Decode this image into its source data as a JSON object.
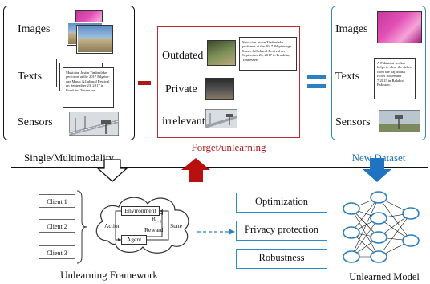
{
  "left_panel": {
    "rows": [
      "Images",
      "Texts",
      "Sensors"
    ],
    "doc_text": "Musician Justin Timberlake performs at the 2017 Pilgrim-age Music &Cultural Festival on September 23, 2017 in Franklin, Tennessee.",
    "caption": "Single/Multimodality"
  },
  "middle_panel": {
    "rows": [
      "Outdated",
      "Private",
      "irrelevant"
    ],
    "doc_text": "Musician Justin Timberlake performs at the 2017 Pilgrim-age Music &Cultural Festival on September 23, 2017 in Franklin, Tennessee.",
    "caption": "Forget/unlearning"
  },
  "right_panel": {
    "rows": [
      "Images",
      "Texts",
      "Sensors"
    ],
    "doc_text": "A Pakistani worker helps to clear the debris from the Taj Mahal Hotel November 7,2015 in Balakot, Pakistan.",
    "caption": "New Dataset"
  },
  "framework": {
    "clients": [
      "Client 1",
      "Client 2",
      "Client 3"
    ],
    "environment": "Environment",
    "agent": "Agent",
    "action": "Action",
    "state": "State",
    "reward": "Reward",
    "reward_symbol": "R",
    "reward_sub": "t+1",
    "caption": "Unlearning Framework"
  },
  "capabilities": [
    "Optimization",
    "Privacy protection",
    "Robustness"
  ],
  "model": {
    "caption": "Unlearned Model"
  },
  "colors": {
    "minus": "#b01818",
    "equals": "#2b7fc2",
    "forget_border": "#c0282c",
    "new_border": "#3a86bd",
    "up_arrow": "#b80f0f",
    "down_arrow": "#1f73c0",
    "node": "#2b7fc2",
    "box_border": "#2d8bc9"
  }
}
